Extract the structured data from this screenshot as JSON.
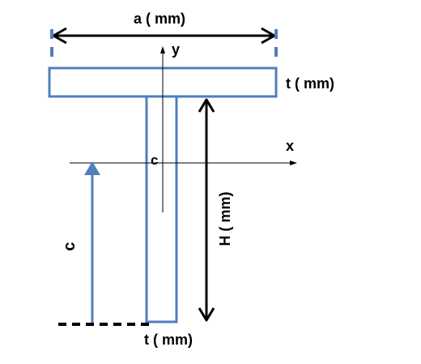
{
  "labels": {
    "flange_width": "a ( mm)",
    "y_axis": "y",
    "flange_thickness": "t ( mm)",
    "x_axis": "x",
    "centroid": "c",
    "height": "H ( mm)",
    "centroid_distance": "c",
    "web_thickness": "t ( mm)"
  },
  "colors": {
    "section_outline": "#4f7fbd",
    "dimension_line": "#000000",
    "axis_line": "#000000",
    "centroid_arrow": "#4f7fbd"
  }
}
